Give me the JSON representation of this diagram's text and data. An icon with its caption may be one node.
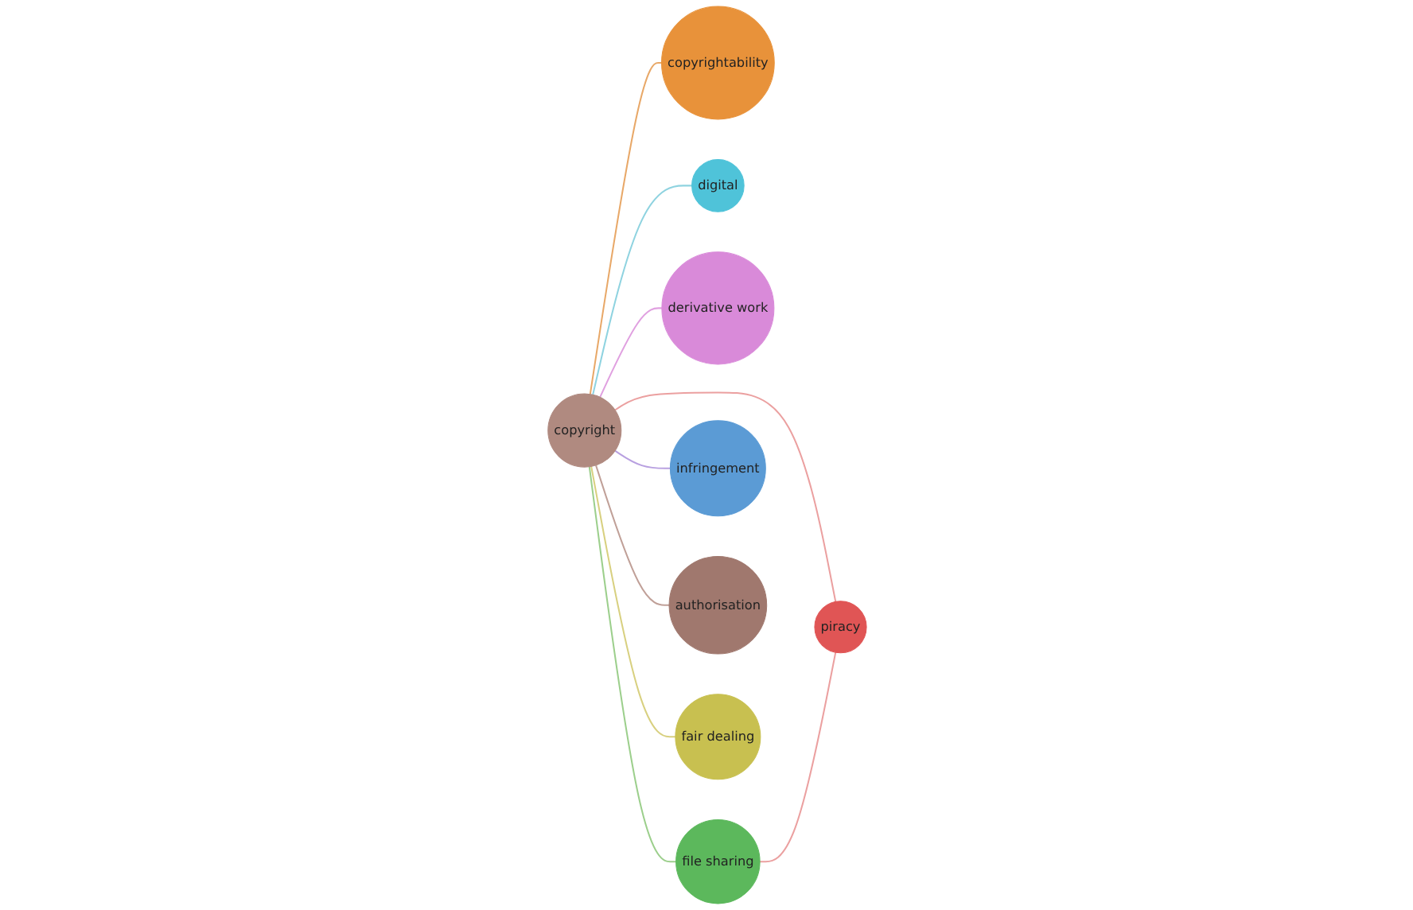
{
  "diagram": {
    "nodes": [
      {
        "text": [
          "copyright"
        ]
      },
      {
        "text": [
          "copyrightability"
        ]
      },
      {
        "text": [
          "digital"
        ]
      },
      {
        "text": [
          "derivative work"
        ]
      },
      {
        "text": [
          "file sharing"
        ]
      },
      {
        "text": [
          "piracy"
        ]
      },
      {
        "text": [
          "infringement"
        ]
      },
      {
        "text": [
          "authorisation"
        ]
      },
      {
        "text": [
          "fair dealing"
        ]
      }
    ],
    "edges": [
      {
        "from": 0,
        "to": 1,
        "arrow": "none",
        "color": "#e8a868"
      },
      {
        "from": 0,
        "to": 2,
        "arrow": "none",
        "color": "#8fd3e0"
      },
      {
        "from": 0,
        "to": 3,
        "arrow": "none",
        "color": "#e0a0e0"
      },
      {
        "from": 0,
        "to": 4,
        "arrow": "none",
        "color": "#9ccf8c"
      },
      {
        "from": 0,
        "to": 5,
        "arrow": "none",
        "color": "#eba0a0"
      },
      {
        "from": 0,
        "to": 6,
        "arrow": "none",
        "color": "#b8a0e0"
      },
      {
        "from": 0,
        "to": 7,
        "arrow": "none",
        "color": "#c0a098"
      },
      {
        "from": 0,
        "to": 8,
        "arrow": "none",
        "color": "#d8d080"
      },
      {
        "from": 4,
        "to": 5,
        "arrow": "none",
        "color": "#eba0a0"
      }
    ]
  }
}
